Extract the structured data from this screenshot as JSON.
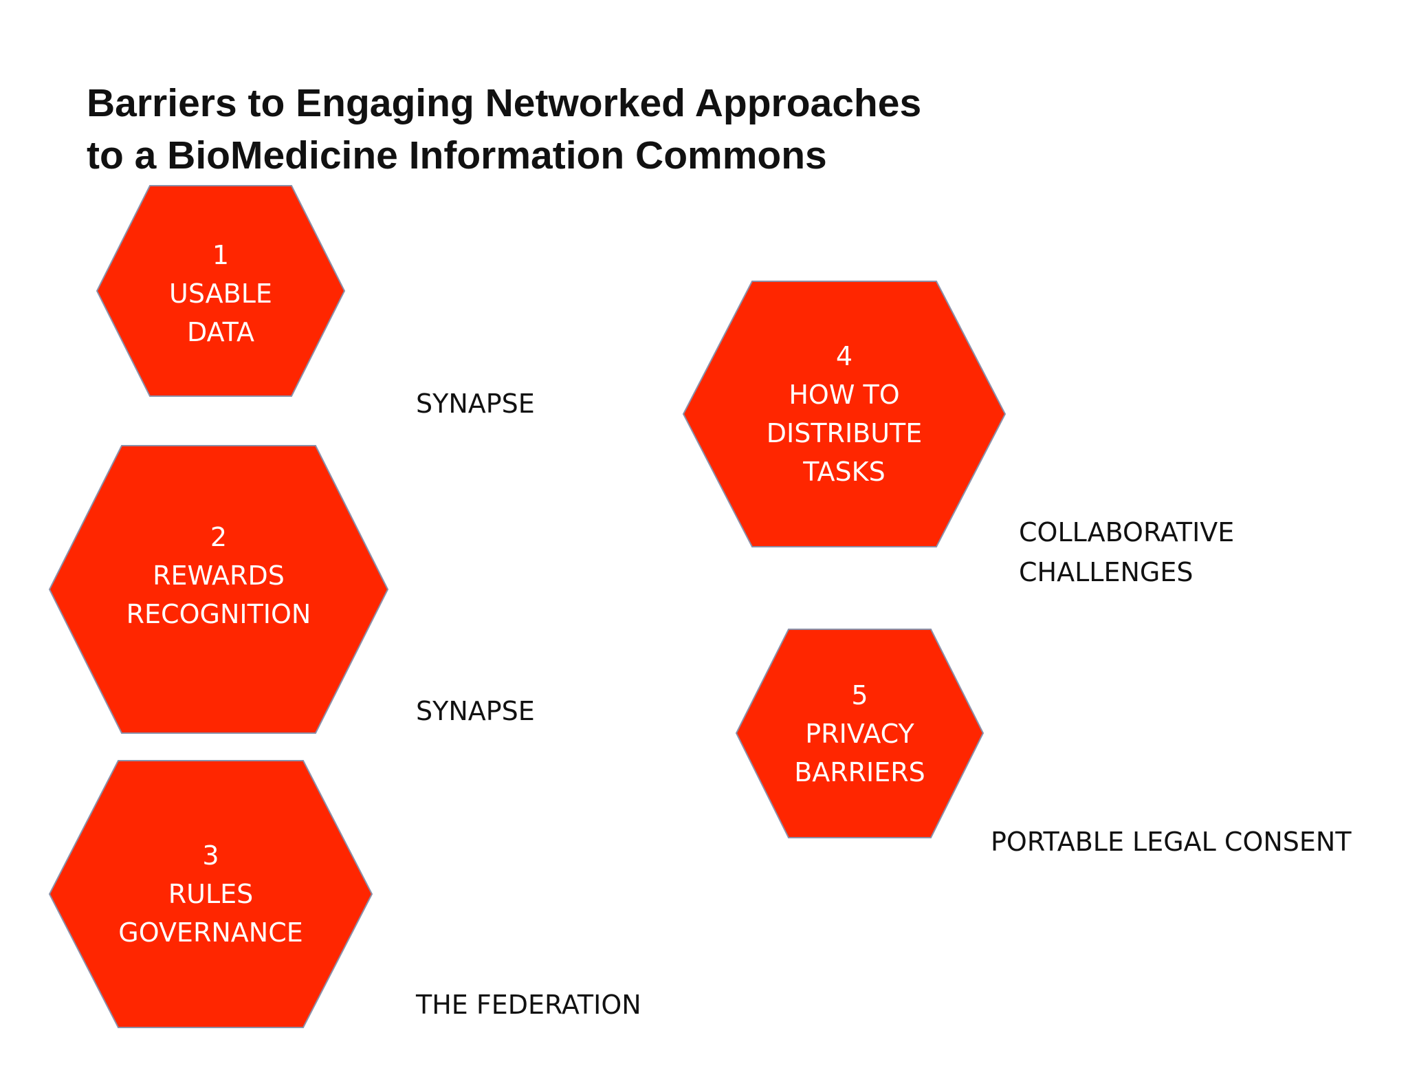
{
  "title": {
    "line1": "Barriers to Engaging Networked Approaches",
    "line2": "to a BioMedicine Information Commons"
  },
  "colors": {
    "hex_fill": "#ff2600",
    "hex_edge": "#8a8fa8",
    "text_dark": "#111111",
    "text_light": "#ffffff"
  },
  "barriers": [
    {
      "number": "1",
      "line1": "USABLE",
      "line2": "DATA"
    },
    {
      "number": "2",
      "line1": "REWARDS",
      "line2": "RECOGNITION"
    },
    {
      "number": "3",
      "line1": "RULES",
      "line2": "GOVERNANCE"
    },
    {
      "number": "4",
      "line1": "HOW TO",
      "line2": "DISTRIBUTE",
      "line3": "TASKS"
    },
    {
      "number": "5",
      "line1": "PRIVACY",
      "line2": "BARRIERS"
    }
  ],
  "solutions": {
    "synapse_1": "SYNAPSE",
    "synapse_2": "SYNAPSE",
    "federation": "THE FEDERATION",
    "collab_line1": "COLLABORATIVE",
    "collab_line2": "CHALLENGES",
    "consent": "PORTABLE LEGAL CONSENT"
  }
}
